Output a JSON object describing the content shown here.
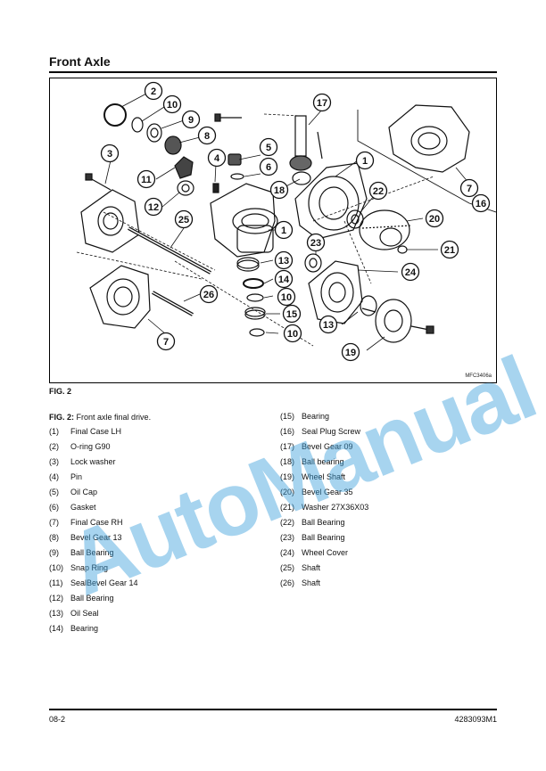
{
  "header": {
    "title": "Front Axle"
  },
  "figure": {
    "code": "MFC3406a",
    "callouts": [
      "2",
      "10",
      "9",
      "8",
      "3",
      "4",
      "5",
      "6",
      "17",
      "1",
      "18",
      "11",
      "12",
      "25",
      "1",
      "22",
      "20",
      "21",
      "23",
      "24",
      "13",
      "14",
      "10",
      "15",
      "10",
      "26",
      "7",
      "13",
      "19",
      "7",
      "16"
    ]
  },
  "caption": {
    "fig_label": "FIG. 2",
    "ref": "FIG. 2:",
    "text": "Front axle final drive."
  },
  "parts_left": [
    {
      "num": "(1)",
      "name": "Final Case LH"
    },
    {
      "num": "(2)",
      "name": "O-ring G90"
    },
    {
      "num": "(3)",
      "name": "Lock washer"
    },
    {
      "num": "(4)",
      "name": "Pin"
    },
    {
      "num": "(5)",
      "name": "Oil Cap"
    },
    {
      "num": "(6)",
      "name": "Gasket"
    },
    {
      "num": "(7)",
      "name": "Final Case RH"
    },
    {
      "num": "(8)",
      "name": "Bevel Gear 13"
    },
    {
      "num": "(9)",
      "name": "Ball Bearing"
    },
    {
      "num": "(10)",
      "name": "Snap Ring"
    },
    {
      "num": "(11)",
      "name": "SealBevel Gear 14"
    },
    {
      "num": "(12)",
      "name": "Ball Bearing"
    },
    {
      "num": "(13)",
      "name": "Oil Seal"
    },
    {
      "num": "(14)",
      "name": "Bearing"
    }
  ],
  "parts_right": [
    {
      "num": "(15)",
      "name": "Bearing"
    },
    {
      "num": "(16)",
      "name": "Seal Plug Screw"
    },
    {
      "num": "(17)",
      "name": "Bevel Gear 09"
    },
    {
      "num": "(18)",
      "name": "Ball bearing"
    },
    {
      "num": "(19)",
      "name": "Wheel Shaft"
    },
    {
      "num": "(20)",
      "name": "Bevel Gear 35"
    },
    {
      "num": "(21)",
      "name": "Washer 27X36X03"
    },
    {
      "num": "(22)",
      "name": "Ball Bearing"
    },
    {
      "num": "(23)",
      "name": "Ball Bearing"
    },
    {
      "num": "(24)",
      "name": "Wheel Cover"
    },
    {
      "num": "(25)",
      "name": "Shaft"
    },
    {
      "num": "(26)",
      "name": "Shaft"
    }
  ],
  "watermark": "AutoManual",
  "footer": {
    "page": "08-2",
    "doc_number": "4283093M1"
  }
}
